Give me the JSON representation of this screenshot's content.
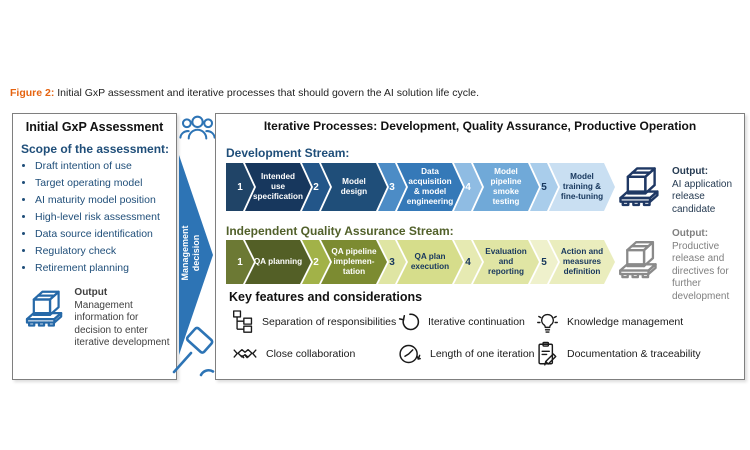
{
  "caption": {
    "label": "Figure 2:",
    "text": " Initial GxP assessment and iterative processes that should govern the AI solution life cycle."
  },
  "left_panel": {
    "title": "Initial GxP Assessment",
    "scope_heading": "Scope of the assessment:",
    "scope_items": [
      "Draft intention of use",
      "Target operating model",
      "AI maturity model position",
      "High-level risk assessment",
      "Data source identification",
      "Regulatory check",
      "Retirement planning"
    ],
    "output_heading": "Output",
    "output_text": "Management information for decision to enter iterative development",
    "output_icon": "pallet-icon"
  },
  "connector": {
    "label": "Management decision",
    "top_icon": "people-group-icon",
    "bottom_icon": "gavel-icon",
    "arrow_color": "#2D74B5"
  },
  "right_panel": {
    "title": "Iterative Processes: Development, Quality Assurance, Productive Operation",
    "dev_stream": {
      "heading": "Development Stream:",
      "steps": [
        {
          "num": "1",
          "label": "Intended use specification",
          "num_bg": "#204467",
          "label_bg": "#17375D",
          "text_color": "#FFFFFF"
        },
        {
          "num": "2",
          "label": "Model design",
          "num_bg": "#235689",
          "label_bg": "#1F4E79",
          "text_color": "#FFFFFF"
        },
        {
          "num": "3",
          "label": "Data acquisition & model engineering",
          "num_bg": "#4C8CC6",
          "label_bg": "#3579B8",
          "text_color": "#FFFFFF"
        },
        {
          "num": "4",
          "label": "Model pipeline smoke testing",
          "num_bg": "#8FBCE3",
          "label_bg": "#70A9D8",
          "text_color": "#FFFFFF"
        },
        {
          "num": "5",
          "label": "Model training & fine-tuning",
          "num_bg": "#A9CDEB",
          "label_bg": "#C9DFF2",
          "text_color": "#17375D"
        }
      ],
      "output_heading": "Output:",
      "output_text": "AI application release candidate",
      "output_icon": "pallet-icon"
    },
    "qa_stream": {
      "heading": "Independent Quality Assurance Stream:",
      "steps": [
        {
          "num": "1",
          "label": "QA planning",
          "num_bg": "#6C7934",
          "label_bg": "#535F26",
          "text_color": "#FFFFFF"
        },
        {
          "num": "2",
          "label": "QA pipeline implemen-tation",
          "num_bg": "#A2B248",
          "label_bg": "#7C8B31",
          "text_color": "#FFFFFF"
        },
        {
          "num": "3",
          "label": "QA plan execution",
          "num_bg": "#DFE5A3",
          "label_bg": "#D6DD8B",
          "text_color": "#17375D"
        },
        {
          "num": "4",
          "label": "Evaluation and reporting",
          "num_bg": "#E6EAB2",
          "label_bg": "#E0E5A4",
          "text_color": "#17375D"
        },
        {
          "num": "5",
          "label": "Action and measures definition",
          "num_bg": "#EFF1CC",
          "label_bg": "#EAEDBD",
          "text_color": "#17375D"
        }
      ],
      "output_heading": "Output:",
      "output_text": "Productive release and directives for further development",
      "output_icon": "pallet-icon"
    },
    "features": {
      "heading": "Key features and considerations",
      "items": [
        {
          "icon": "org-chart-icon",
          "label": "Separation of responsibilities"
        },
        {
          "icon": "circular-arrow-icon",
          "label": "Iterative continuation"
        },
        {
          "icon": "lightbulb-icon",
          "label": "Knowledge management"
        },
        {
          "icon": "handshake-icon",
          "label": "Close collaboration"
        },
        {
          "icon": "clock-icon",
          "label": "Length of one iteration"
        },
        {
          "icon": "clipboard-pencil-icon",
          "label": "Documentation & traceability"
        }
      ]
    }
  },
  "colors": {
    "accent_blue": "#2D74B5",
    "heading_blue": "#1F4E79",
    "qa_heading_green": "#51602A",
    "caption_orange": "#E56310",
    "border_gray": "#7F7F7F",
    "dev_pallet_navy": "#1F3864",
    "qa_pallet_gray": "#8A8A8A",
    "left_pallet_blue": "#2669A8"
  }
}
